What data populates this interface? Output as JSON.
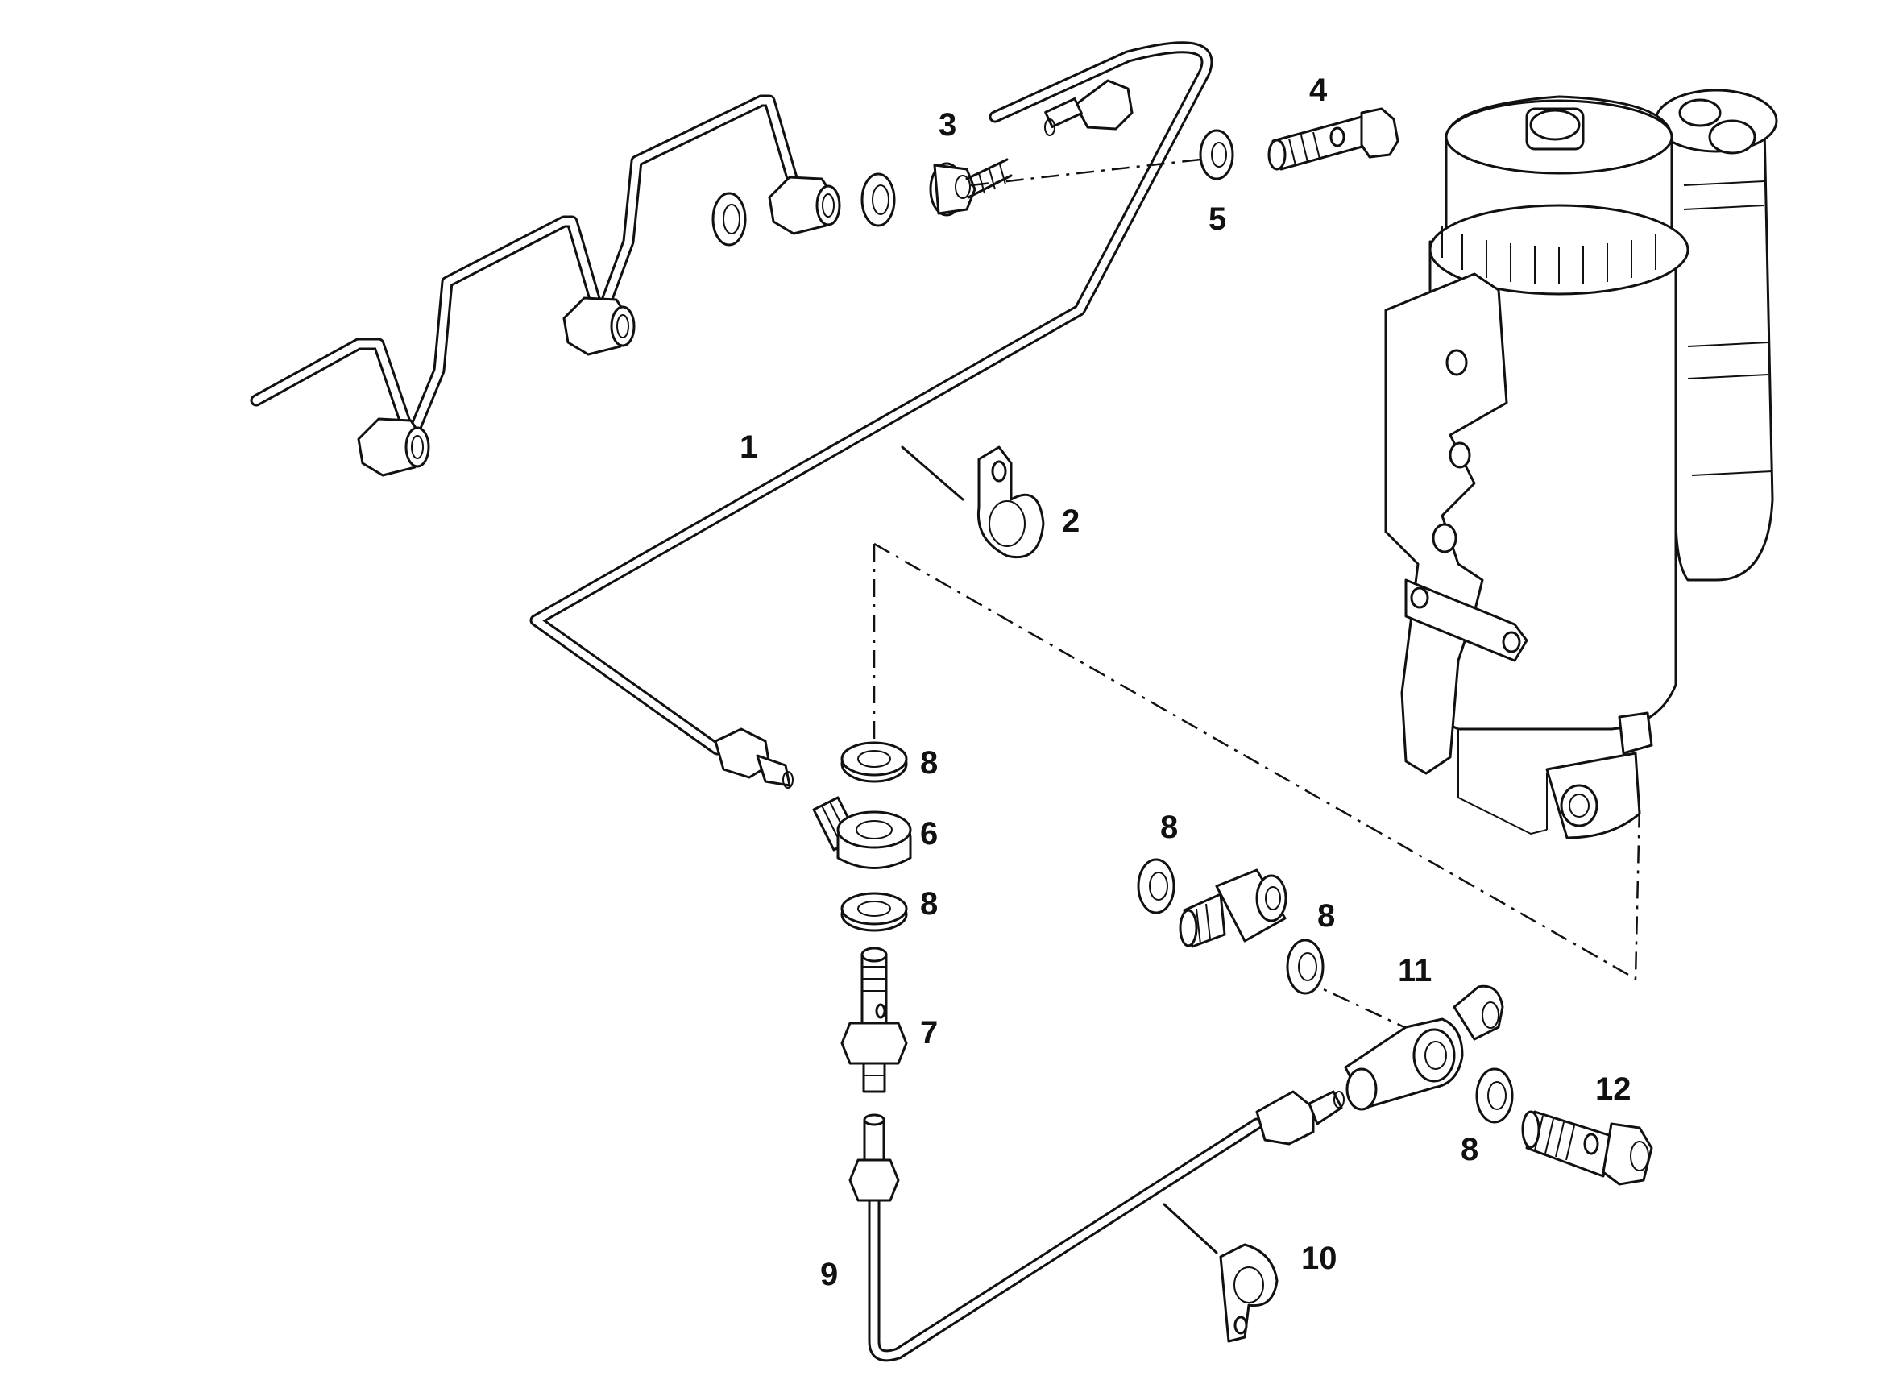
{
  "callouts": [
    {
      "id": "c1",
      "text": "1"
    },
    {
      "id": "c2",
      "text": "2"
    },
    {
      "id": "c3",
      "text": "3"
    },
    {
      "id": "c4",
      "text": "4"
    },
    {
      "id": "c5",
      "text": "5"
    },
    {
      "id": "c6",
      "text": "6"
    },
    {
      "id": "c7",
      "text": "7"
    },
    {
      "id": "c8a",
      "text": "8"
    },
    {
      "id": "c8b",
      "text": "8"
    },
    {
      "id": "c8c",
      "text": "8"
    },
    {
      "id": "c8d",
      "text": "8"
    },
    {
      "id": "c8e",
      "text": "8"
    },
    {
      "id": "c9",
      "text": "9"
    },
    {
      "id": "c10",
      "text": "10"
    },
    {
      "id": "c11",
      "text": "11"
    },
    {
      "id": "c12",
      "text": "12"
    }
  ]
}
